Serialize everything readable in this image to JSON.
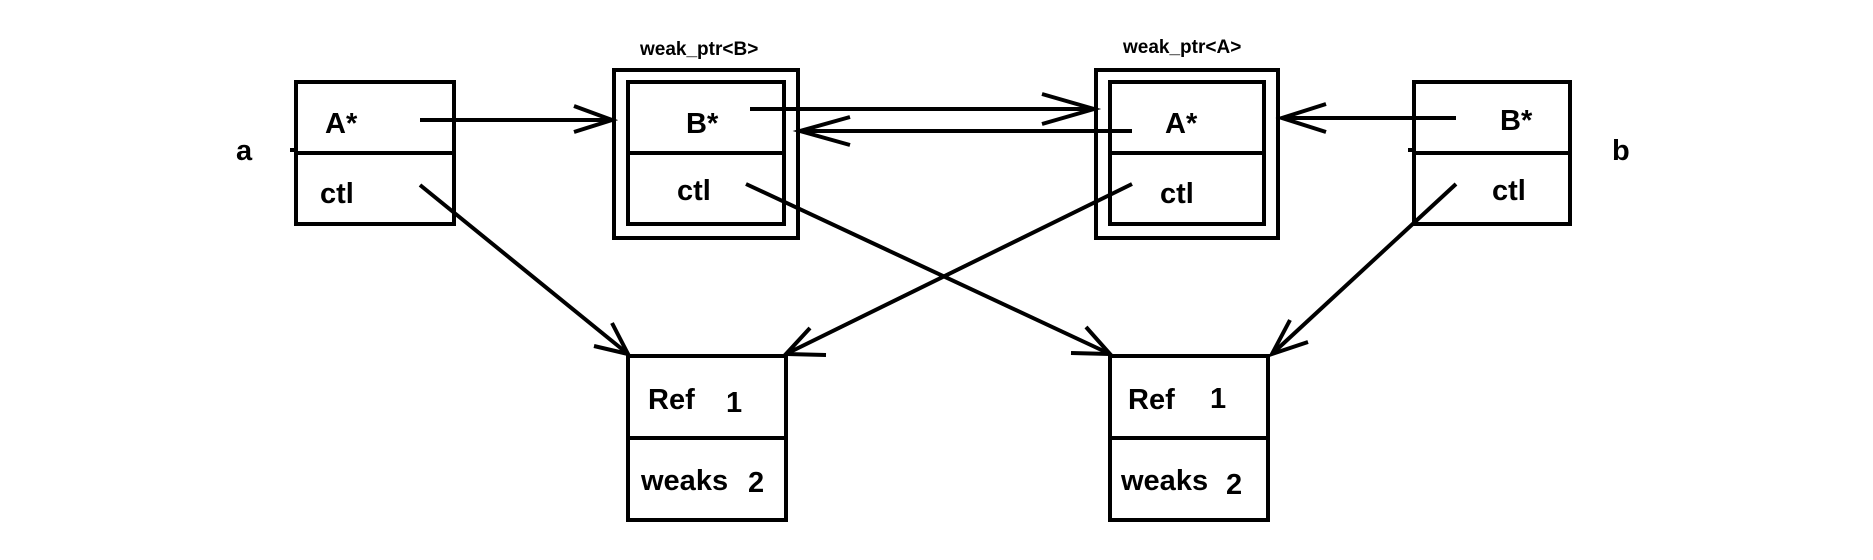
{
  "nodes": {
    "var_a": {
      "label": "a"
    },
    "var_b": {
      "label": "b"
    },
    "shared_a": {
      "ptr": "A*",
      "ctl": "ctl"
    },
    "weak_b": {
      "title": "weak_ptr<B>",
      "ptr": "B*",
      "ctl": "ctl"
    },
    "weak_a": {
      "title": "weak_ptr<A>",
      "ptr": "A*",
      "ctl": "ctl"
    },
    "shared_b": {
      "ptr": "B*",
      "ctl": "ctl"
    },
    "ctrl_left": {
      "ref_label": "Ref",
      "ref_count": "1",
      "weak_label": "weaks",
      "weak_count": "2"
    },
    "ctrl_right": {
      "ref_label": "Ref",
      "ref_count": "1",
      "weak_label": "weaks",
      "weak_count": "2"
    }
  },
  "colors": {
    "stroke": "#000000",
    "background": "#ffffff"
  }
}
